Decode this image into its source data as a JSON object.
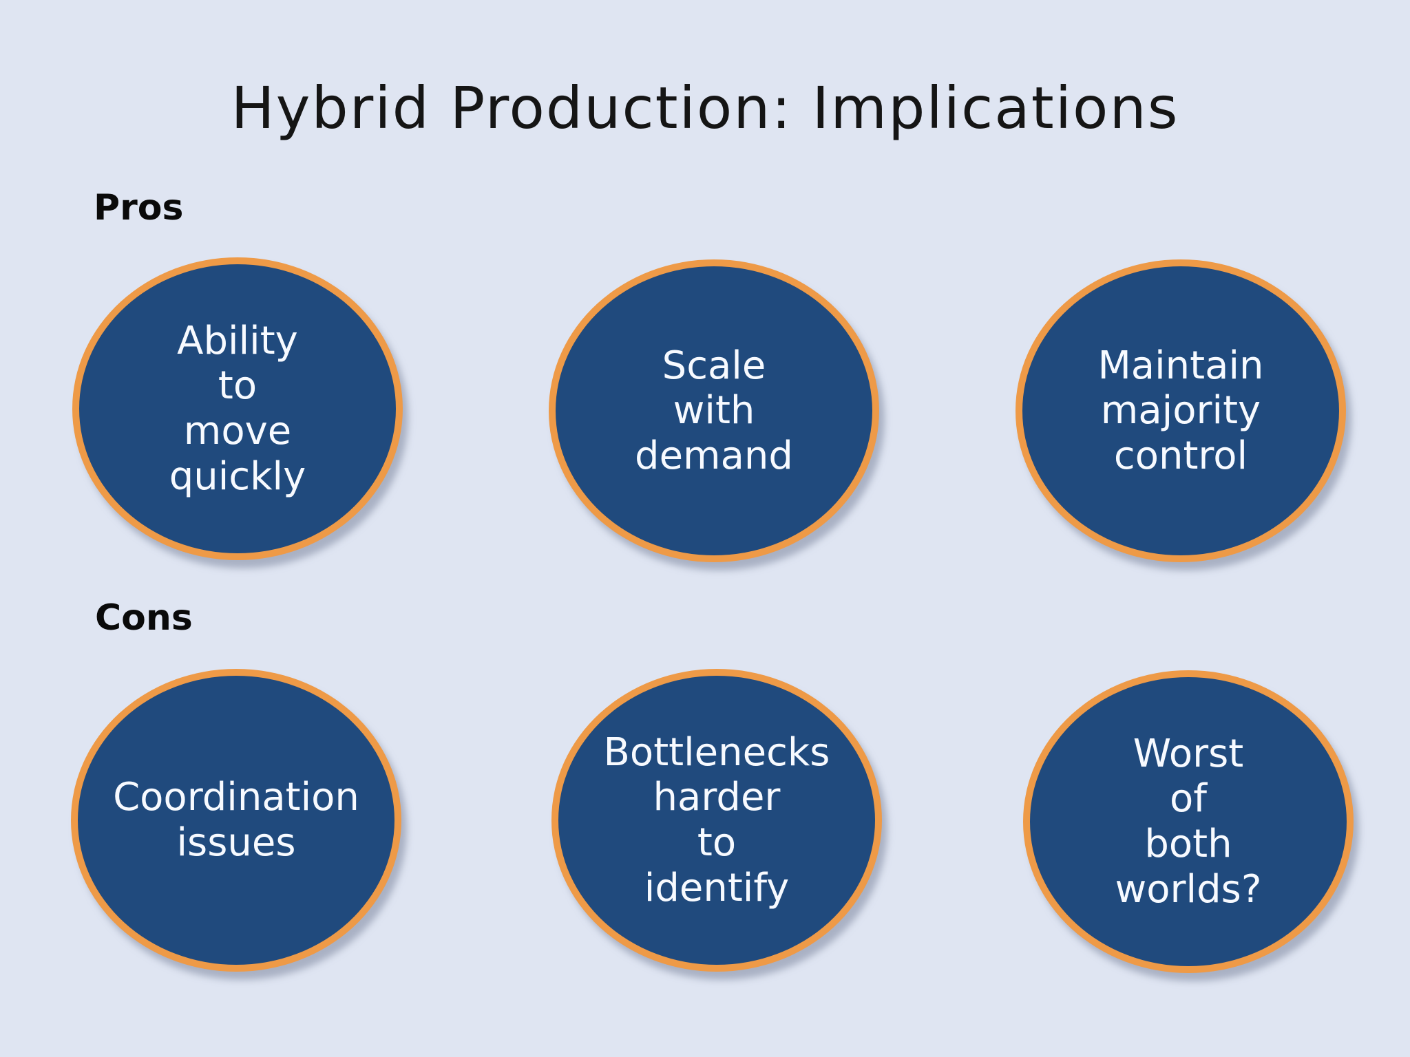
{
  "title": "Hybrid Production: Implications",
  "sections": {
    "pros": {
      "label": "Pros",
      "items": [
        {
          "text": "Ability\nto\nmove\nquickly"
        },
        {
          "text": "Scale\nwith\ndemand"
        },
        {
          "text": "Maintain\nmajority\ncontrol"
        }
      ]
    },
    "cons": {
      "label": "Cons",
      "items": [
        {
          "text": "Coordination\nissues"
        },
        {
          "text": "Bottlenecks\nharder\nto\nidentify"
        },
        {
          "text": "Worst\nof\nboth\nworlds?"
        }
      ]
    }
  },
  "colors": {
    "background": "#dfe5f2",
    "title_text": "#151515",
    "heading_text": "#0a0a0a",
    "bubble_fill": "#204a7d",
    "bubble_border": "#ee9a47",
    "bubble_text": "#f7faff"
  }
}
